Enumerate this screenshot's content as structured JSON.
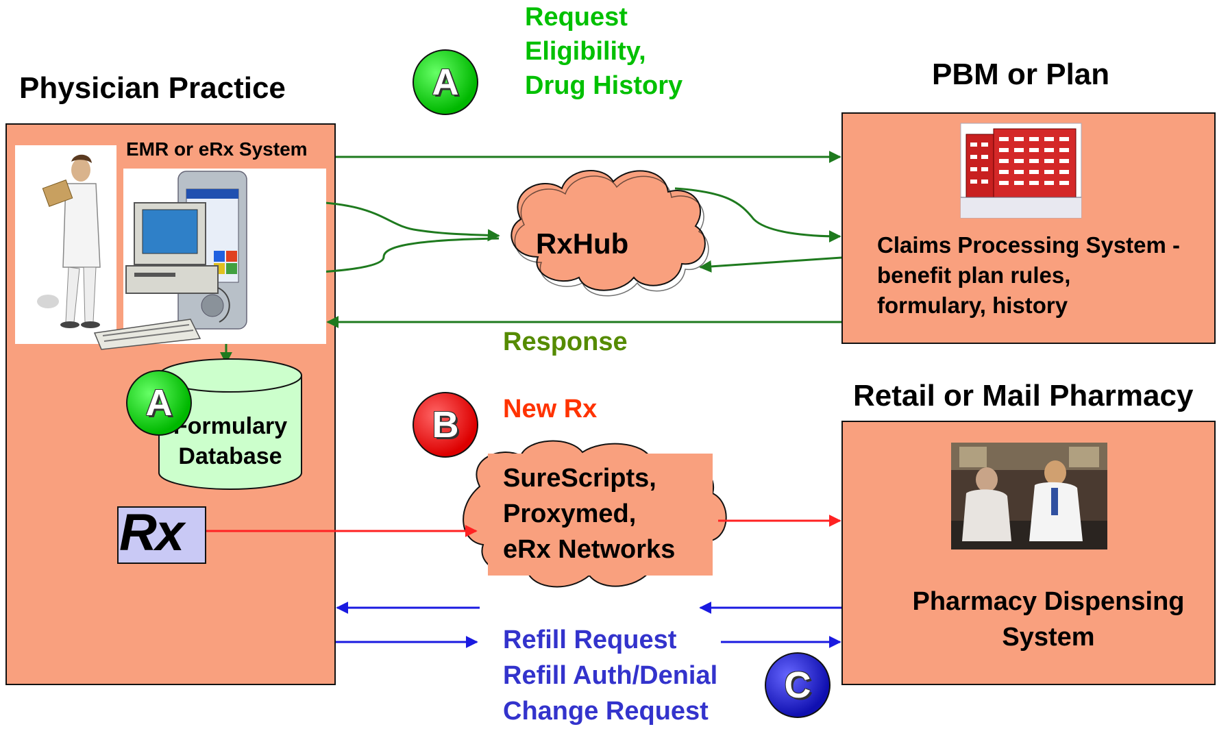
{
  "headings": {
    "physician": "Physician Practice",
    "pbm": "PBM or Plan",
    "pharmacy": "Retail or Mail Pharmacy"
  },
  "labels": {
    "emr": "EMR or eRx System",
    "request_lines": [
      "Request",
      "Eligibility,",
      "Drug History"
    ],
    "response": "Response",
    "new_rx": "New Rx",
    "blue_lines": [
      "Refill Request",
      "Refill Auth/Denial",
      "Change Request"
    ]
  },
  "boxes": {
    "claims_lines": [
      "Claims Processing System -",
      "benefit plan rules,",
      "formulary, history"
    ],
    "pharmacy_lines": [
      "Pharmacy Dispensing",
      "System"
    ],
    "formulary_lines": [
      "Formulary",
      "Database"
    ]
  },
  "clouds": {
    "rxhub": "RxHub",
    "networks_lines": [
      "SureScripts,",
      "Proxymed,",
      "eRx Networks"
    ]
  },
  "rx_logo": "Rx",
  "badges": {
    "a_top": "A",
    "a_db": "A",
    "b": "B",
    "c": "C"
  },
  "colors": {
    "box_fill": "#F9A07E",
    "green_arrow": "#1E7A1E",
    "red_arrow": "#FF2222",
    "blue_arrow": "#1A1AE0",
    "db_fill": "#CCFFCC",
    "rx_fill": "#C9C9F5"
  },
  "icons": [
    "physician-figure-icon",
    "computer-icon",
    "pda-icon",
    "building-icon",
    "pharmacist-photo-icon"
  ]
}
